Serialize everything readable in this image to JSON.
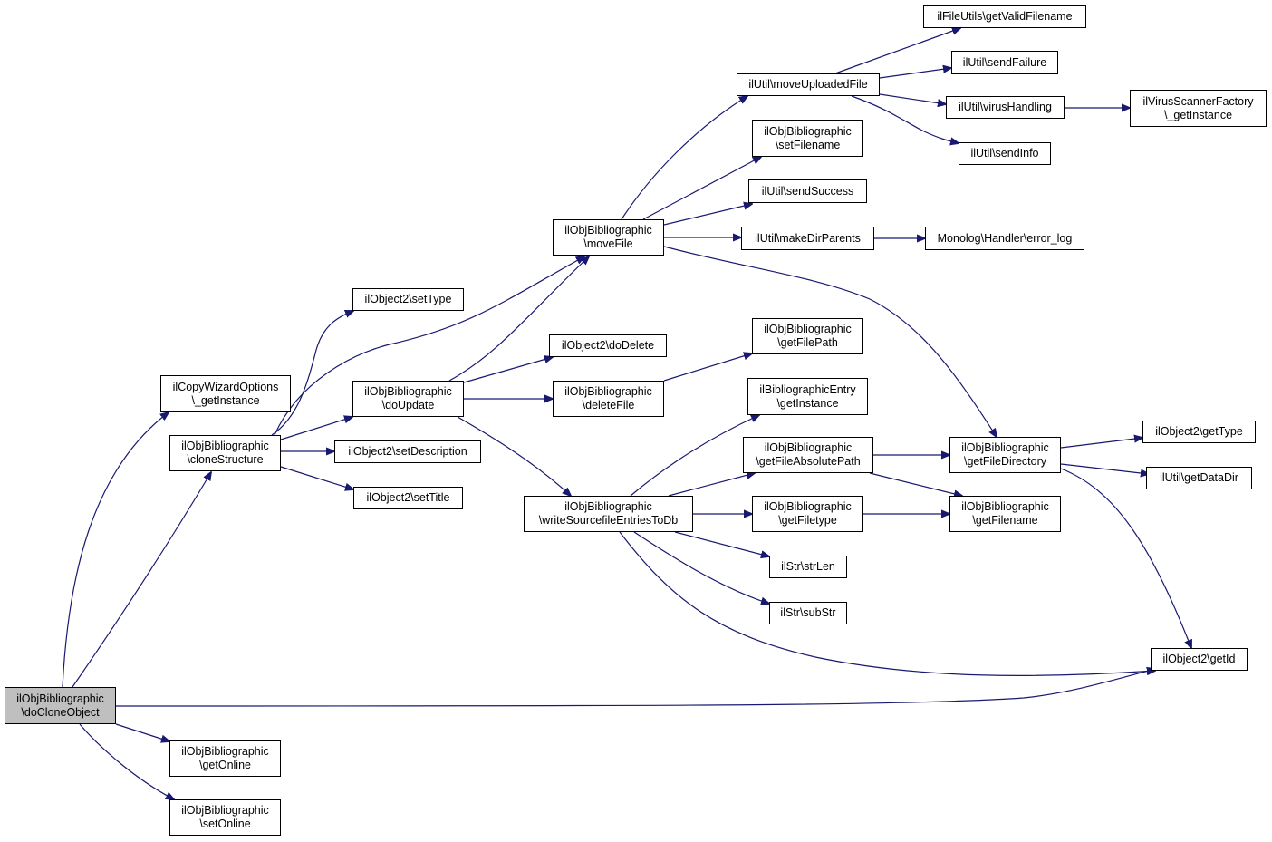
{
  "colors": {
    "edge": "#191970",
    "node_border": "#000000",
    "root_fill": "#bfbfbf",
    "node_fill": "#ffffff"
  },
  "nodes": {
    "doCloneObject": {
      "lines": [
        "ilObjBibliographic",
        "\\doCloneObject"
      ],
      "root": true
    },
    "cwGetInstance": {
      "lines": [
        "ilCopyWizardOptions",
        "\\_getInstance"
      ]
    },
    "cloneStructure": {
      "lines": [
        "ilObjBibliographic",
        "\\cloneStructure"
      ]
    },
    "getOnline": {
      "lines": [
        "ilObjBibliographic",
        "\\getOnline"
      ]
    },
    "setOnline": {
      "lines": [
        "ilObjBibliographic",
        "\\setOnline"
      ]
    },
    "setType": {
      "lines": [
        "ilObject2\\setType"
      ]
    },
    "doUpdate": {
      "lines": [
        "ilObjBibliographic",
        "\\doUpdate"
      ]
    },
    "setDescription": {
      "lines": [
        "ilObject2\\setDescription"
      ]
    },
    "setTitle": {
      "lines": [
        "ilObject2\\setTitle"
      ]
    },
    "moveFile": {
      "lines": [
        "ilObjBibliographic",
        "\\moveFile"
      ]
    },
    "doDelete": {
      "lines": [
        "ilObject2\\doDelete"
      ]
    },
    "deleteFile": {
      "lines": [
        "ilObjBibliographic",
        "\\deleteFile"
      ]
    },
    "writeSource": {
      "lines": [
        "ilObjBibliographic",
        "\\writeSourcefileEntriesToDb"
      ]
    },
    "moveUploaded": {
      "lines": [
        "ilUtil\\moveUploadedFile"
      ]
    },
    "setFilename": {
      "lines": [
        "ilObjBibliographic",
        "\\setFilename"
      ]
    },
    "sendSuccess": {
      "lines": [
        "ilUtil\\sendSuccess"
      ]
    },
    "makeDirParents": {
      "lines": [
        "ilUtil\\makeDirParents"
      ]
    },
    "getFilePath": {
      "lines": [
        "ilObjBibliographic",
        "\\getFilePath"
      ]
    },
    "bibEntryGetInstance": {
      "lines": [
        "ilBibliographicEntry",
        "\\getInstance"
      ]
    },
    "getFileAbsolutePath": {
      "lines": [
        "ilObjBibliographic",
        "\\getFileAbsolutePath"
      ]
    },
    "getFiletype": {
      "lines": [
        "ilObjBibliographic",
        "\\getFiletype"
      ]
    },
    "strLen": {
      "lines": [
        "ilStr\\strLen"
      ]
    },
    "subStr": {
      "lines": [
        "ilStr\\subStr"
      ]
    },
    "getValidFilename": {
      "lines": [
        "ilFileUtils\\getValidFilename"
      ]
    },
    "sendFailure": {
      "lines": [
        "ilUtil\\sendFailure"
      ]
    },
    "virusHandling": {
      "lines": [
        "ilUtil\\virusHandling"
      ]
    },
    "sendInfo": {
      "lines": [
        "ilUtil\\sendInfo"
      ]
    },
    "virusScannerGetInstance": {
      "lines": [
        "ilVirusScannerFactory",
        "\\_getInstance"
      ]
    },
    "errorLog": {
      "lines": [
        "Monolog\\Handler\\error_log"
      ]
    },
    "getFileDirectory": {
      "lines": [
        "ilObjBibliographic",
        "\\getFileDirectory"
      ]
    },
    "getFilename": {
      "lines": [
        "ilObjBibliographic",
        "\\getFilename"
      ]
    },
    "getType": {
      "lines": [
        "ilObject2\\getType"
      ]
    },
    "getDataDir": {
      "lines": [
        "ilUtil\\getDataDir"
      ]
    },
    "getId": {
      "lines": [
        "ilObject2\\getId"
      ]
    }
  },
  "edges": [
    [
      "doCloneObject",
      "cwGetInstance"
    ],
    [
      "doCloneObject",
      "cloneStructure"
    ],
    [
      "doCloneObject",
      "getOnline"
    ],
    [
      "doCloneObject",
      "setOnline"
    ],
    [
      "doCloneObject",
      "getId"
    ],
    [
      "cloneStructure",
      "setType"
    ],
    [
      "cloneStructure",
      "doUpdate"
    ],
    [
      "cloneStructure",
      "setDescription"
    ],
    [
      "cloneStructure",
      "setTitle"
    ],
    [
      "cloneStructure",
      "moveFile"
    ],
    [
      "doUpdate",
      "moveFile"
    ],
    [
      "doUpdate",
      "doDelete"
    ],
    [
      "doUpdate",
      "deleteFile"
    ],
    [
      "doUpdate",
      "writeSource"
    ],
    [
      "deleteFile",
      "getFilePath"
    ],
    [
      "moveFile",
      "moveUploaded"
    ],
    [
      "moveFile",
      "setFilename"
    ],
    [
      "moveFile",
      "sendSuccess"
    ],
    [
      "moveFile",
      "makeDirParents"
    ],
    [
      "moveFile",
      "getFileDirectory"
    ],
    [
      "moveUploaded",
      "getValidFilename"
    ],
    [
      "moveUploaded",
      "sendFailure"
    ],
    [
      "moveUploaded",
      "virusHandling"
    ],
    [
      "moveUploaded",
      "sendInfo"
    ],
    [
      "virusHandling",
      "virusScannerGetInstance"
    ],
    [
      "makeDirParents",
      "errorLog"
    ],
    [
      "writeSource",
      "bibEntryGetInstance"
    ],
    [
      "writeSource",
      "getFileAbsolutePath"
    ],
    [
      "writeSource",
      "getFiletype"
    ],
    [
      "writeSource",
      "strLen"
    ],
    [
      "writeSource",
      "subStr"
    ],
    [
      "writeSource",
      "getId"
    ],
    [
      "getFileAbsolutePath",
      "getFileDirectory"
    ],
    [
      "getFileAbsolutePath",
      "getFilename"
    ],
    [
      "getFiletype",
      "getFilename"
    ],
    [
      "getFileDirectory",
      "getType"
    ],
    [
      "getFileDirectory",
      "getDataDir"
    ],
    [
      "getFileDirectory",
      "getId"
    ]
  ]
}
